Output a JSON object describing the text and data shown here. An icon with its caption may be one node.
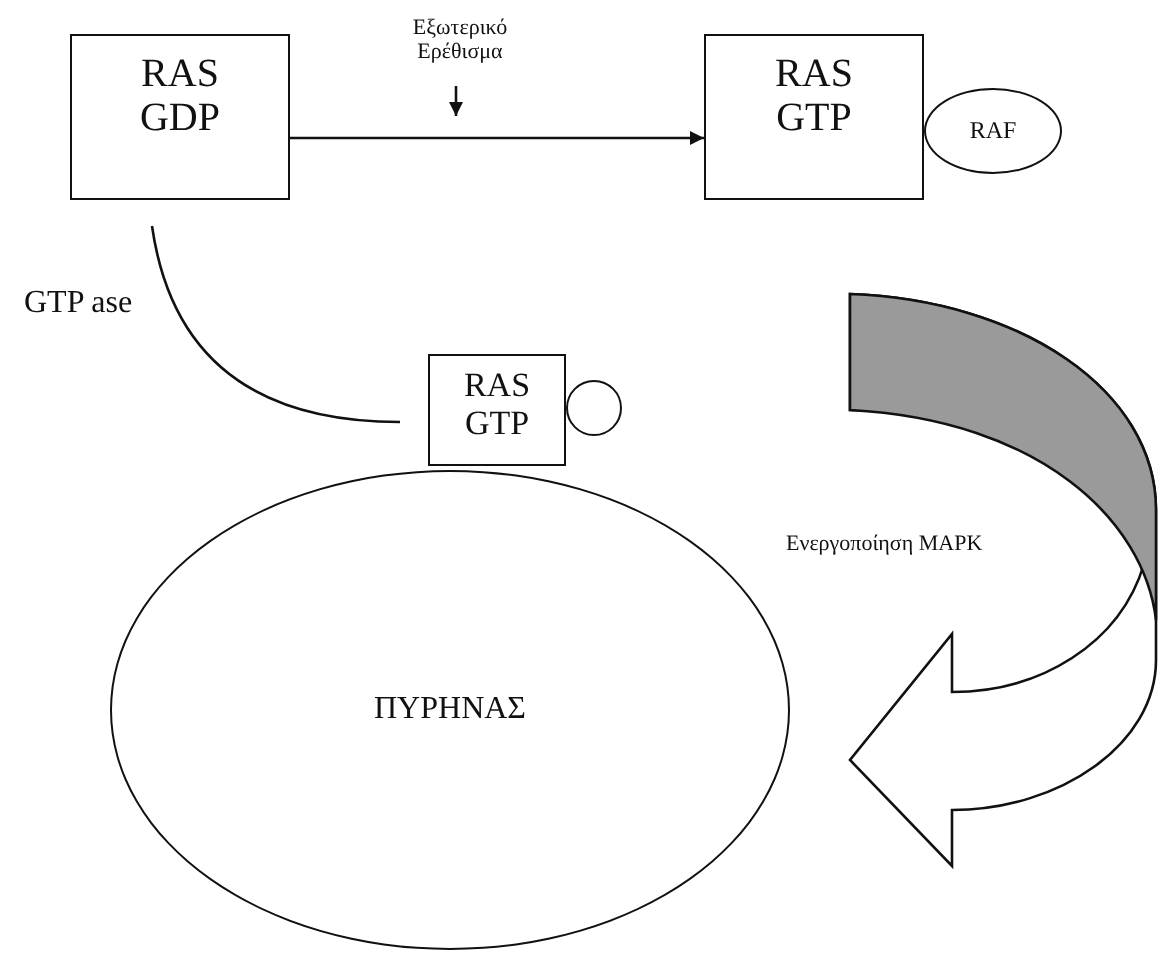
{
  "diagram": {
    "nodes": [
      {
        "text": [
          "RAS GDP"
        ]
      },
      {
        "text": [
          "RAS GTP"
        ]
      },
      {
        "text": [
          "RAF"
        ]
      },
      {
        "text": [
          "Εξωτερικό Ερέθισμα"
        ]
      },
      {
        "text": [
          "RAS GTP"
        ]
      },
      {
        "text": [],
        "shape": "circle"
      },
      {
        "text": [
          "ΠΥΡΗΝΑΣ"
        ]
      }
    ],
    "edges": [
      {
        "from": 0,
        "to": 1,
        "arrow": "to"
      },
      {
        "from": 0,
        "to": 4,
        "arrow": "none",
        "label": "GTP ase"
      },
      {
        "from": 3,
        "to": null,
        "arrow": "to"
      },
      {
        "from": null,
        "to": 6,
        "arrow": "to",
        "label": "Ενεργοποίηση MAPK",
        "style": "thick"
      }
    ]
  }
}
